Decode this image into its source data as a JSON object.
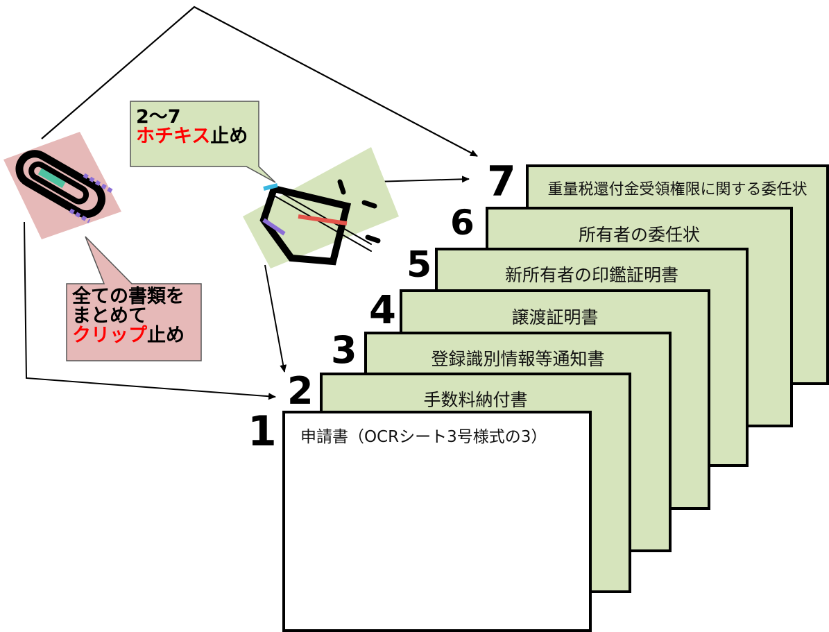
{
  "colors": {
    "card_fill": "#d6e4bc",
    "card_border": "#000000",
    "callout_green": "#d6e4bc",
    "callout_pink": "#e6b9b8",
    "accent_red": "#ff0000"
  },
  "documents": [
    {
      "number": "1",
      "title": "申請書（OCRシート3号様式の3）"
    },
    {
      "number": "2",
      "title": "手数料納付書"
    },
    {
      "number": "3",
      "title": "登録識別情報等通知書"
    },
    {
      "number": "4",
      "title": "譲渡証明書"
    },
    {
      "number": "5",
      "title": "新所有者の印鑑証明書"
    },
    {
      "number": "6",
      "title": "所有者の委任状"
    },
    {
      "number": "7",
      "title": "重量税還付金受領権限に関する委任状"
    }
  ],
  "callouts": {
    "staple": {
      "line1": "2～7",
      "emphasis": "ホチキス",
      "suffix": "止め"
    },
    "clip": {
      "line1": "全ての書類を",
      "line2": "まとめて",
      "emphasis": "クリップ",
      "suffix": "止め"
    }
  },
  "icons": {
    "clip": "paperclip-icon",
    "staple": "stapler-icon"
  }
}
